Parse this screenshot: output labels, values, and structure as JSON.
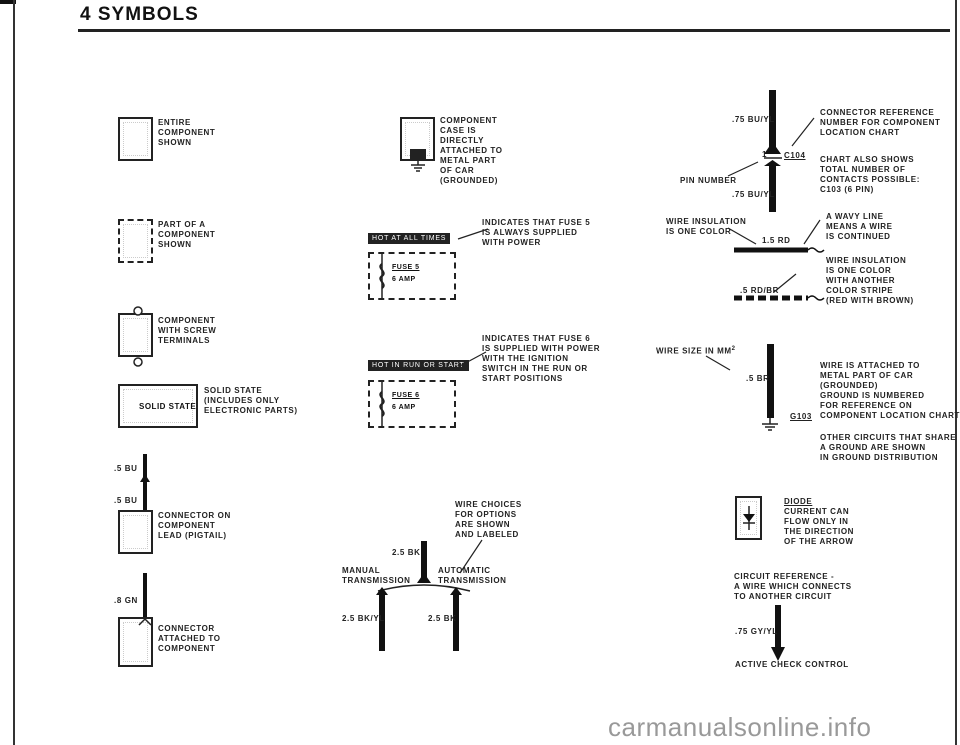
{
  "header": {
    "title": "4 SYMBOLS"
  },
  "symbols": {
    "entire_component": [
      "ENTIRE",
      "COMPONENT",
      "SHOWN"
    ],
    "part_of_component": [
      "PART OF A",
      "COMPONENT",
      "SHOWN"
    ],
    "screw_terminals": [
      "COMPONENT",
      "WITH SCREW",
      "TERMINALS"
    ],
    "solid_state": {
      "box_label": "SOLID STATE",
      "desc": [
        "SOLID STATE",
        "(INCLUDES ONLY",
        "ELECTRONIC PARTS)"
      ]
    },
    "pigtail": {
      "wire_top": ".5 BU",
      "wire_bottom": ".5 BU",
      "desc": [
        "CONNECTOR ON",
        "COMPONENT",
        "LEAD (PIGTAIL)"
      ]
    },
    "attached_connector": {
      "wire": ".8 GN",
      "desc": [
        "CONNECTOR",
        "ATTACHED TO",
        "COMPONENT"
      ]
    },
    "grounded_case": [
      "COMPONENT",
      "CASE IS",
      "DIRECTLY",
      "ATTACHED TO",
      "METAL PART",
      "OF CAR",
      "(GROUNDED)"
    ],
    "fuse_hot_always": {
      "bar_label": "HOT AT ALL TIMES",
      "fuse_label": "FUSE 5",
      "fuse_rating": "6 AMP",
      "desc": [
        "INDICATES THAT FUSE 5",
        "IS ALWAYS SUPPLIED",
        "WITH POWER"
      ]
    },
    "fuse_hot_run": {
      "bar_label": "HOT IN RUN OR START",
      "fuse_label": "FUSE 6",
      "fuse_rating": "6 AMP",
      "desc": [
        "INDICATES THAT FUSE 6",
        "IS SUPPLIED WITH POWER",
        "WITH THE IGNITION",
        "SWITCH IN THE RUN OR",
        "START POSITIONS"
      ]
    },
    "wire_choices": {
      "desc": [
        "WIRE CHOICES",
        "FOR OPTIONS",
        "ARE SHOWN",
        "AND LABELED"
      ],
      "wire_top": "2.5 BK",
      "manual": [
        "MANUAL",
        "TRANSMISSION"
      ],
      "automatic": [
        "AUTOMATIC",
        "TRANSMISSION"
      ],
      "wire_left": "2.5 BK/YL",
      "wire_right": "2.5 BK"
    },
    "connector_ref": {
      "wire_top": ".75 BU/YL",
      "wire_bottom": ".75 BU/YL",
      "pin_number_label": "PIN NUMBER",
      "pin": "1",
      "connector": "C104",
      "desc1": [
        "CONNECTOR REFERENCE",
        "NUMBER FOR COMPONENT",
        "LOCATION CHART"
      ],
      "desc2": [
        "CHART ALSO SHOWS",
        "TOTAL NUMBER OF",
        "CONTACTS POSSIBLE:",
        "C103 (6 PIN)"
      ]
    },
    "wire_insulation": {
      "desc1": [
        "WIRE INSULATION",
        "IS ONE COLOR"
      ],
      "wire1": "1.5 RD",
      "desc2": [
        "A WAVY LINE",
        "MEANS A WIRE",
        "IS CONTINUED"
      ],
      "wire2": ".5 RD/BR",
      "desc3": [
        "WIRE INSULATION",
        "IS ONE COLOR",
        "WITH ANOTHER",
        "COLOR STRIPE",
        "(RED WITH BROWN)"
      ]
    },
    "ground": {
      "wire_size_label": "WIRE SIZE IN MM",
      "wire_size_sup": "2",
      "wire": ".5 BR",
      "ground_id": "G103",
      "desc1": [
        "WIRE IS ATTACHED TO",
        "METAL PART OF CAR",
        "(GROUNDED)",
        "GROUND IS NUMBERED",
        "FOR REFERENCE ON",
        "COMPONENT LOCATION CHART"
      ],
      "desc2": [
        "OTHER CIRCUITS THAT SHARE",
        "A GROUND ARE SHOWN",
        "IN GROUND DISTRIBUTION"
      ]
    },
    "diode": [
      "DIODE",
      "CURRENT CAN",
      "FLOW ONLY IN",
      "THE DIRECTION",
      "OF THE ARROW"
    ],
    "circuit_ref": {
      "desc": [
        "CIRCUIT REFERENCE -",
        "A WIRE WHICH CONNECTS",
        "TO ANOTHER CIRCUIT"
      ],
      "wire": ".75 GY/YL",
      "caption": "ACTIVE CHECK CONTROL"
    }
  },
  "watermark": "carmanualsonline.info"
}
